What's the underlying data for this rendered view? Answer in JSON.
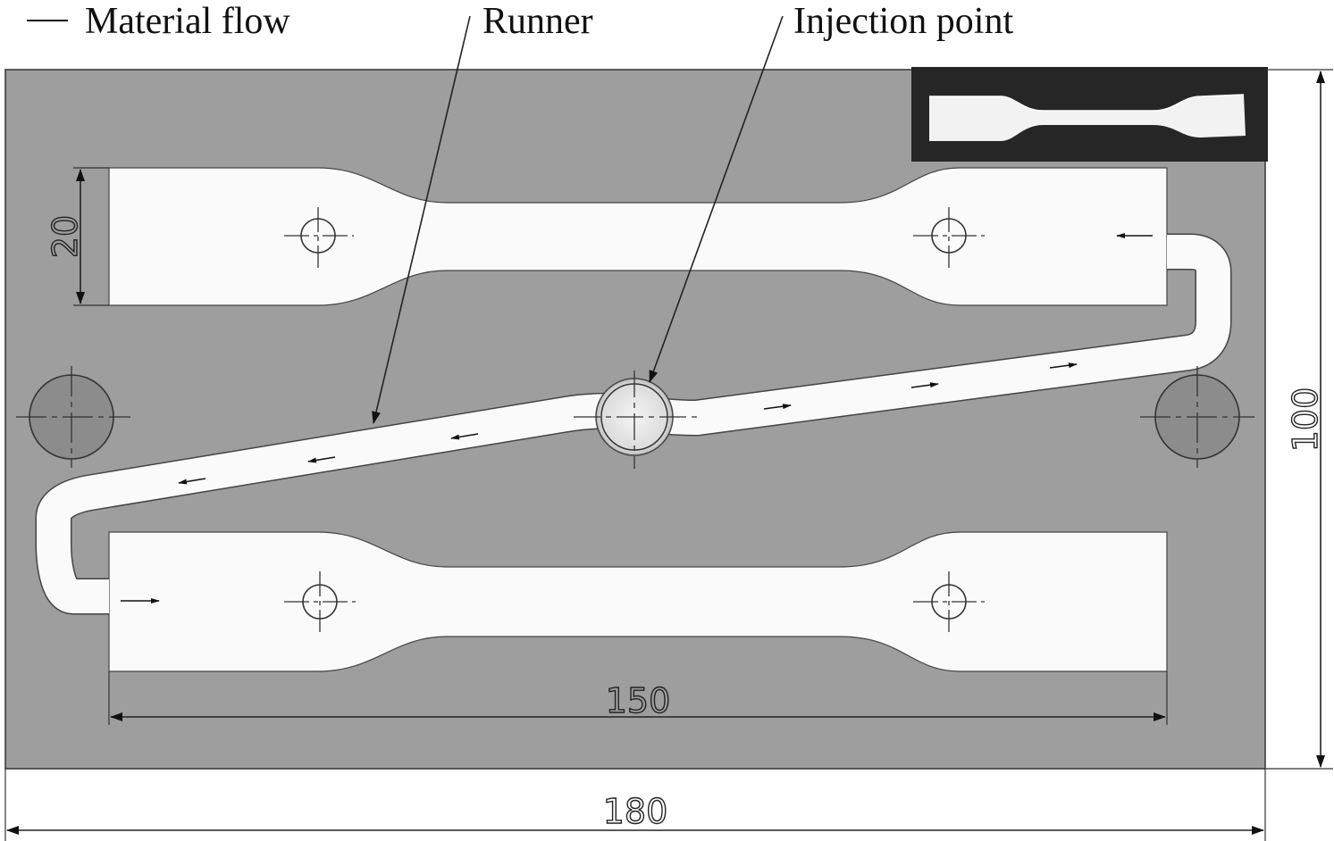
{
  "labels": {
    "legend": "Material flow",
    "runner": "Runner",
    "injection_point": "Injection point"
  },
  "dimensions": {
    "specimen_width": "20",
    "specimen_length": "150",
    "plate_length": "180",
    "plate_height": "100"
  },
  "colors": {
    "plate": "#9e9e9e",
    "cavity": "#fafafa",
    "photo_background": "#262626",
    "line": "#222222"
  }
}
